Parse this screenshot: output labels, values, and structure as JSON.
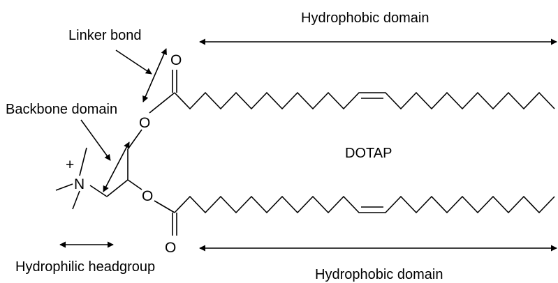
{
  "labels": {
    "hydrophobic_top": "Hydrophobic domain",
    "hydrophobic_bottom": "Hydrophobic domain",
    "linker": "Linker bond",
    "backbone": "Backbone domain",
    "hydrophilic": "Hydrophilic headgroup",
    "molecule": "DOTAP"
  },
  "atoms": {
    "o_carbonyl_top": "O",
    "o_ester_top": "O",
    "o_ester_bottom": "O",
    "o_carbonyl_bottom": "O",
    "nitrogen": "N",
    "charge": "+"
  }
}
